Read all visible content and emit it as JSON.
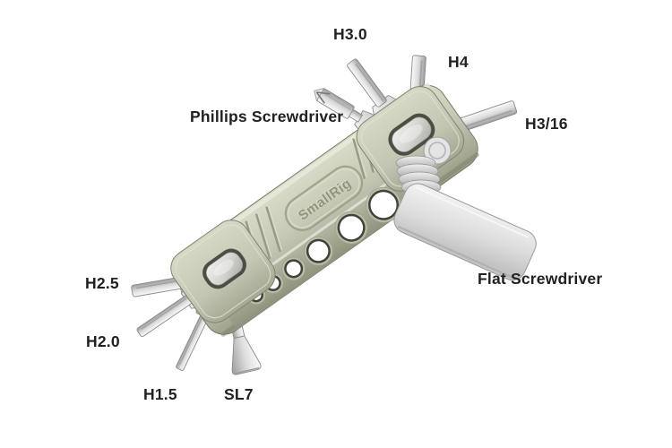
{
  "page": {
    "background": "#ffffff"
  },
  "product": {
    "name_engraving": "SmallRig",
    "type": "folding multi-tool",
    "body_color": "#c6c9b6",
    "steel_color": "#d6d6d6",
    "label_color": "#212121"
  },
  "labels": {
    "h30": {
      "text": "H3.0"
    },
    "h4": {
      "text": "H4"
    },
    "h316": {
      "text": "H3/16"
    },
    "phillips": {
      "text": "Phillips Screwdriver"
    },
    "flat": {
      "text": "Flat Screwdriver"
    },
    "h25": {
      "text": "H2.5"
    },
    "h20": {
      "text": "H2.0"
    },
    "h15": {
      "text": "H1.5"
    },
    "sl7": {
      "text": "SL7"
    }
  }
}
